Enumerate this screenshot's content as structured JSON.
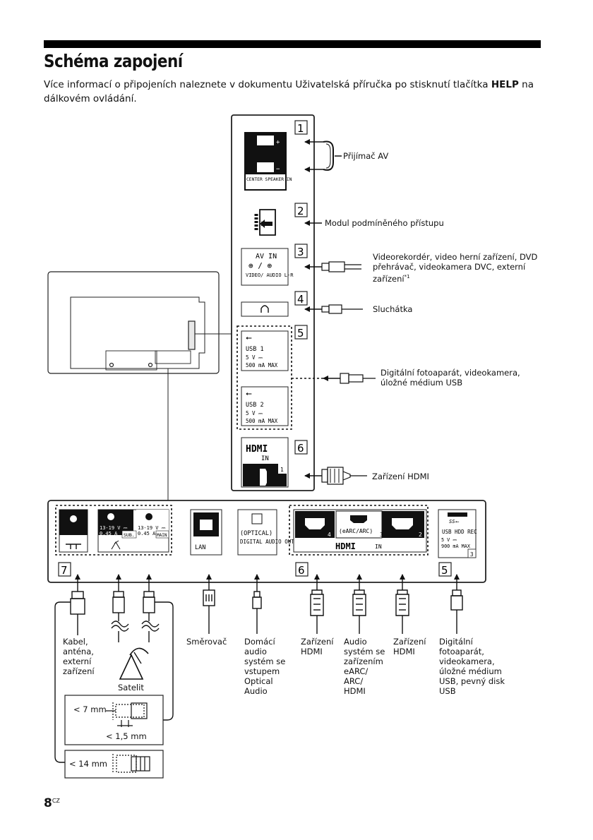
{
  "title": "Schéma zapojení",
  "intro": {
    "text_before": "Více informací o připojeních naleznete v dokumentu Uživatelská příručka po stisknutí tlačítka ",
    "help": "HELP",
    "text_after": " na dálkovém ovládání."
  },
  "panel": {
    "numbers": [
      "1",
      "2",
      "3",
      "4",
      "5",
      "6"
    ],
    "center_speaker": "CENTER SPEAKER IN",
    "av_in": "AV IN",
    "av_sub": "VIDEO/ AUDIO L-R",
    "usb1": "USB 1",
    "usb2": "USB 2",
    "usb_power": "5 V ⎓",
    "usb_current": "500 mA MAX",
    "hdmi_logo": "HDMI",
    "hdmi_in": "IN",
    "hdmi_port": "1"
  },
  "labels": {
    "av_receiver": "Přijímač AV",
    "cam_module": "Modul podmíněného přístupu",
    "video_devices": "Videorekordér, video herní zařízení, DVD přehrávač, videokamera DVC, externí zařízení",
    "video_devices_note": "*1",
    "headphones": "Sluchátka",
    "usb_devices": "Digitální fotoaparát, videokamera, úložné médium USB",
    "hdmi_device": "Zařízení HDMI"
  },
  "bottom_panel": {
    "sat_sub": "13-19 V ⎓ 0.45 A SUB.",
    "sat_main": "13-19 V ⎓ 0.45 A MAIN",
    "lan": "LAN",
    "optical": "(OPTICAL)",
    "digital_audio": "DIGITAL AUDIO OUT",
    "earc": "(eARC/ARC)",
    "hdmi_logo": "HDMI",
    "hdmi_in": "IN",
    "hdmi_ports": [
      "4",
      "3",
      "2"
    ],
    "usb_hdd": "USB HDD REC",
    "usb3_power": "5 V ⎓",
    "usb3_current": "900 mA MAX",
    "usb3_port": "3",
    "group_numbers": [
      "7",
      "6",
      "5"
    ]
  },
  "bottom_labels": {
    "cable": "Kabel, anténa, externí zařízení",
    "satellite": "Satelit",
    "router": "Směrovač",
    "home_audio": "Domácí audio systém se vstupem Optical Audio",
    "hdmi_device_a": "Zařízení HDMI",
    "audio_earc": "Audio systém se zařízením eARC/ ARC/ HDMI",
    "hdmi_device_b": "Zařízení HDMI",
    "usb_storage": "Digitální fotoaparát, videokamera, úložné médium USB, pevný disk USB"
  },
  "dimensions": {
    "sat_max": "< 7 mm",
    "sat_pin": "< 1,5 mm",
    "cable_max": "< 14 mm"
  },
  "footer": {
    "page": "8",
    "lang": "CZ"
  }
}
